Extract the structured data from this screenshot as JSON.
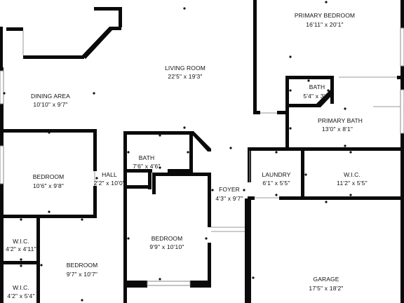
{
  "rooms": [
    {
      "id": "primary-bedroom",
      "name": "PRIMARY BEDROOM",
      "dims": "16'11\" x 20'1\""
    },
    {
      "id": "living-room",
      "name": "LIVING ROOM",
      "dims": "22'5\" x 19'3\""
    },
    {
      "id": "dining-area",
      "name": "DINING AREA",
      "dims": "10'10\" x 9'7\""
    },
    {
      "id": "bath-primary",
      "name": "BATH",
      "dims": "5'4\" x 3'2\""
    },
    {
      "id": "primary-bath",
      "name": "PRIMARY BATH",
      "dims": "13'0\" x 8'1\""
    },
    {
      "id": "bath",
      "name": "BATH",
      "dims": "7'6\" x 4'6\""
    },
    {
      "id": "bedroom-left",
      "name": "BEDROOM",
      "dims": "10'6\" x 9'8\""
    },
    {
      "id": "hall",
      "name": "HALL",
      "dims": "2'2\" x 10'0\""
    },
    {
      "id": "laundry",
      "name": "LAUNDRY",
      "dims": "6'1\" x 5'5\""
    },
    {
      "id": "wic-primary",
      "name": "W.I.C.",
      "dims": "11'2\" x 5'5\""
    },
    {
      "id": "foyer",
      "name": "FOYER",
      "dims": "4'3\" x 9'7\""
    },
    {
      "id": "bedroom-center",
      "name": "BEDROOM",
      "dims": "9'9\" x 10'10\""
    },
    {
      "id": "wic-1",
      "name": "W.I.C.",
      "dims": "4'2\" x 4'11\""
    },
    {
      "id": "bedroom-bottom",
      "name": "BEDROOM",
      "dims": "9'7\" x 10'7\""
    },
    {
      "id": "garage",
      "name": "GARAGE",
      "dims": "17'5\" x 18'2\""
    },
    {
      "id": "wic-2",
      "name": "W.I.C.",
      "dims": "4'2\" x 5'4\""
    }
  ]
}
